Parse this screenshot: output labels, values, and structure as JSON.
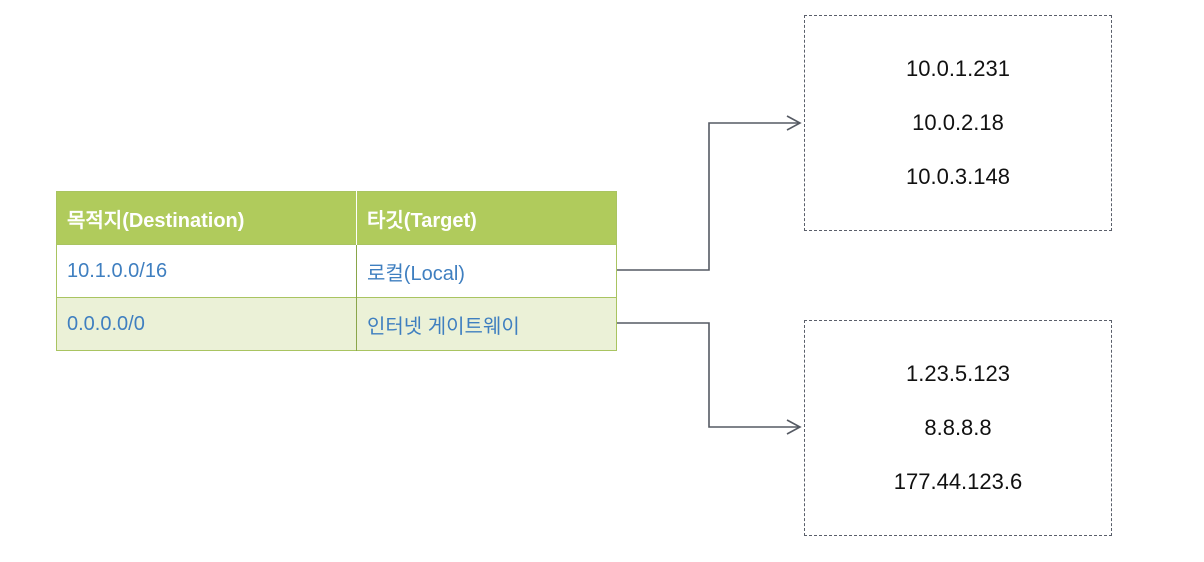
{
  "route_table": {
    "headers": {
      "destination": "목적지(Destination)",
      "target": "타깃(Target)"
    },
    "rows": [
      {
        "destination": "10.1.0.0/16",
        "target": "로컬(Local)"
      },
      {
        "destination": "0.0.0.0/0",
        "target": "인터넷 게이트웨이"
      }
    ]
  },
  "local_box": {
    "ips": [
      "10.0.1.231",
      "10.0.2.18",
      "10.0.3.148"
    ]
  },
  "internet_box": {
    "ips": [
      "1.23.5.123",
      "8.8.8.8",
      "177.44.123.6"
    ]
  },
  "colors": {
    "header_bg": "#b0cb5c",
    "row_alt_bg": "#ebf1d7",
    "cell_text": "#3f7fc0",
    "connector": "#555a63"
  }
}
